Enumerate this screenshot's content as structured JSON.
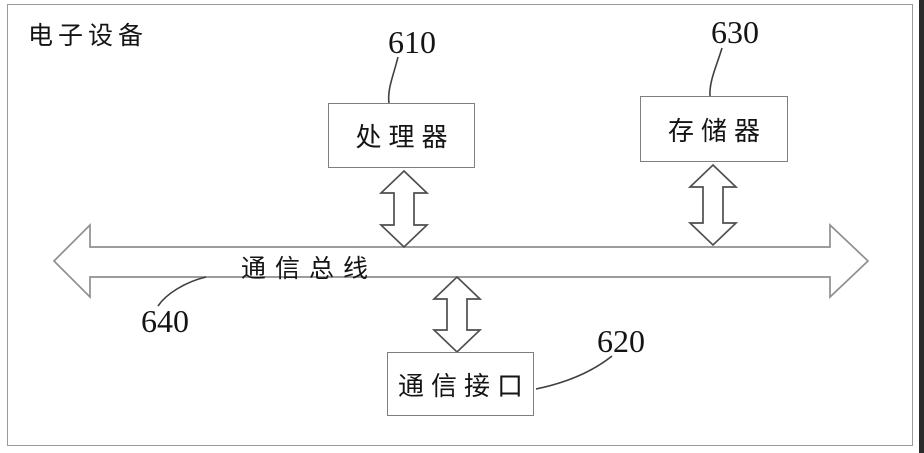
{
  "diagram": {
    "title": "电子设备",
    "processor": {
      "label": "处理器",
      "ref": "610"
    },
    "memory": {
      "label": "存储器",
      "ref": "630"
    },
    "comm_interface": {
      "label": "通信接口",
      "ref": "620"
    },
    "bus": {
      "label": "通信总线",
      "ref": "640"
    },
    "colors": {
      "arrow_outline": "#4f4f4f",
      "bus_outline": "#8f8f8f",
      "box_border": "#7f7f7f",
      "leader_line": "#3f3f3f",
      "text": "#141414",
      "background": "#ffffff",
      "frame_border": "#9a9a9a",
      "scan_edge": "#2b2b2b"
    }
  }
}
